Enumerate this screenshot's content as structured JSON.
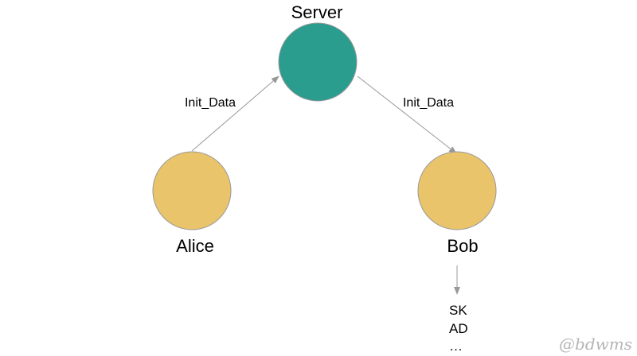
{
  "nodes": {
    "server": {
      "label": "Server",
      "color": "#2a9d8f"
    },
    "alice": {
      "label": "Alice",
      "color": "#e9c46a"
    },
    "bob": {
      "label": "Bob",
      "color": "#e9c46a"
    }
  },
  "edges": {
    "alice_to_server": {
      "label": "Init_Data"
    },
    "server_to_bob": {
      "label": "Init_Data"
    }
  },
  "bob_outputs": [
    "SK",
    "AD",
    "…"
  ],
  "watermark": "@bdwms",
  "colors": {
    "arrow": "#999999",
    "node_stroke": "#999999"
  }
}
